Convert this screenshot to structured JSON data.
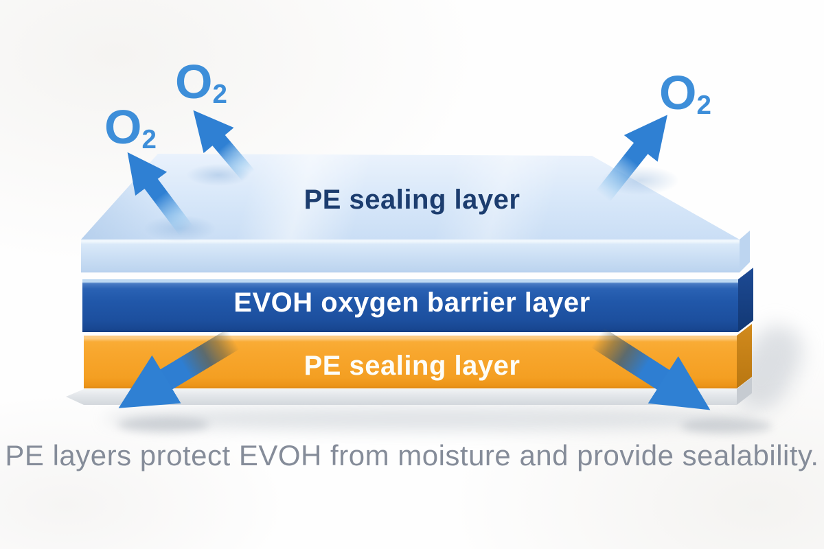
{
  "diagram": {
    "o2_label": {
      "symbol": "O",
      "subscript": "2"
    },
    "layers": [
      {
        "name": "pe-top",
        "label": "PE sealing layer",
        "color": "#cfe2f7",
        "text_color": "#1c3d6f"
      },
      {
        "name": "evoh",
        "label": "EVOH oxygen barrier layer",
        "color": "#2058ac",
        "text_color": "#ffffff"
      },
      {
        "name": "pe-bottom",
        "label": "PE sealing layer",
        "color": "#f8a72e",
        "text_color": "#ffffff"
      }
    ],
    "caption": "PE layers protect EVOH from moisture and provide sealability.",
    "colors": {
      "arrow_blue": "#2f80d3",
      "o2_text_blue": "#3d8ed9",
      "base_plate_gray": "#e2e5e9",
      "background": "#fefefe"
    }
  }
}
